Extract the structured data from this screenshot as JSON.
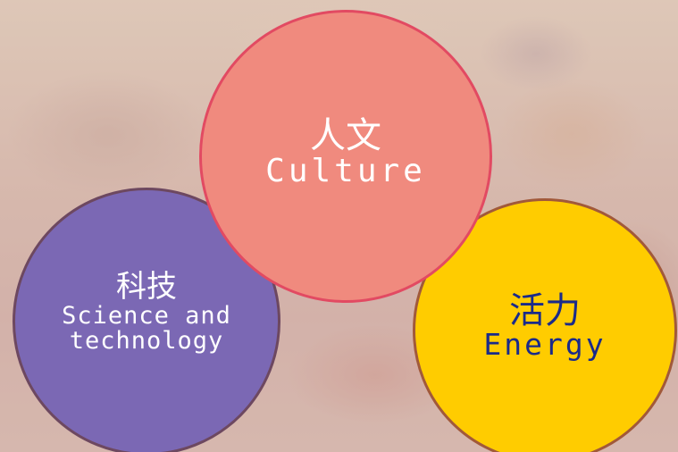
{
  "circles": {
    "culture": {
      "zh": "人文",
      "en": "Culture",
      "fill": "#f08a7e",
      "border": "#e24a62",
      "text_color": "#ffffff"
    },
    "technology": {
      "zh": "科技",
      "en_line1": "Science and",
      "en_line2": "technology",
      "fill": "#7b68b4",
      "border": "#6d4860",
      "text_color": "#ffffff"
    },
    "energy": {
      "zh": "活力",
      "en": "Energy",
      "fill": "#ffcc00",
      "border": "#a1593a",
      "text_color": "#1a2a8a"
    }
  }
}
